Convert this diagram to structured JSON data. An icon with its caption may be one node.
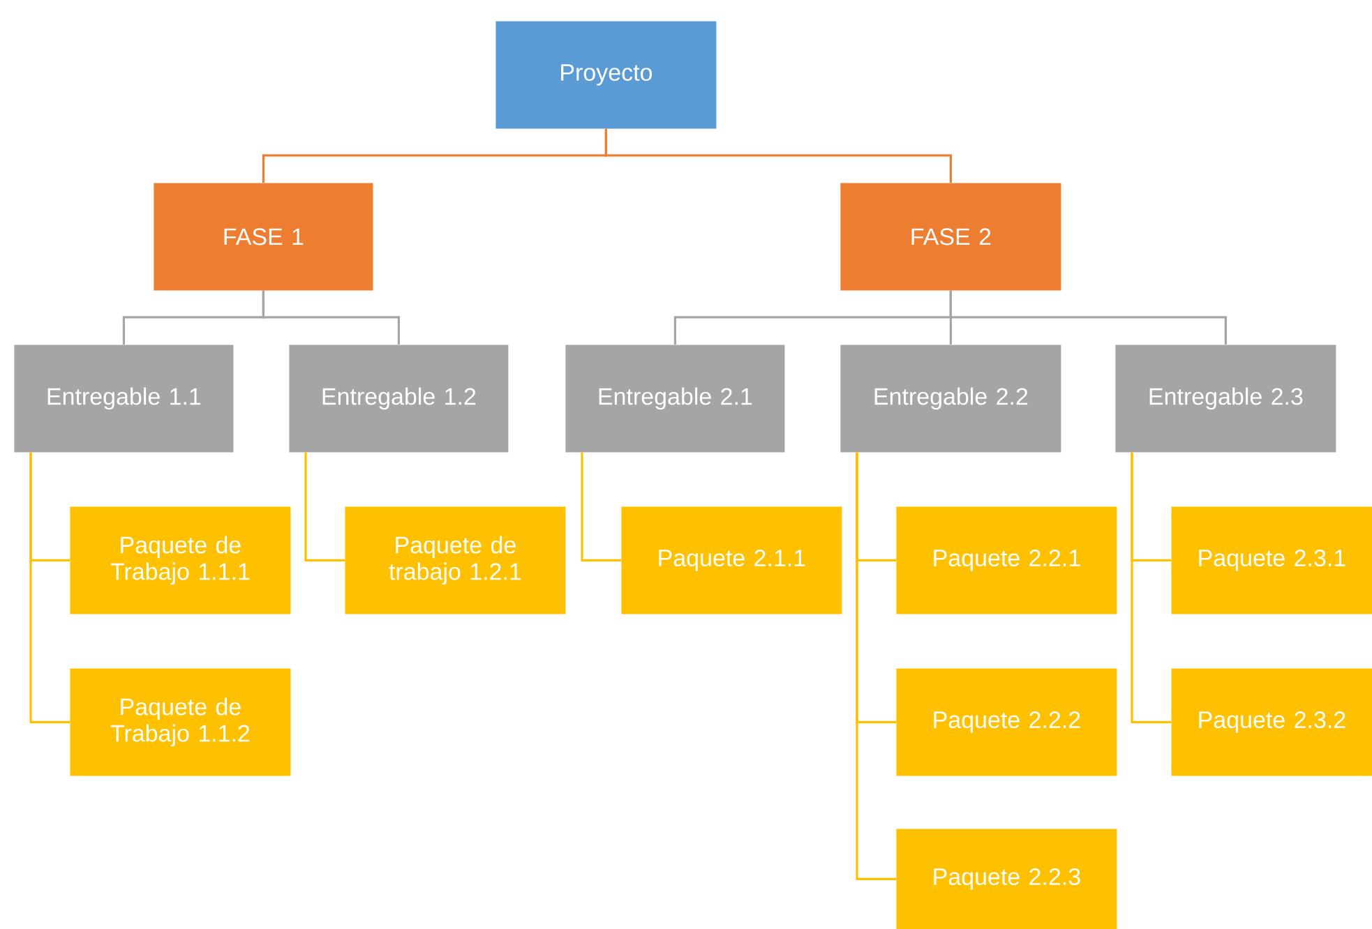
{
  "diagram": {
    "nodes": [
      {
        "text": [
          "Proyecto"
        ]
      },
      {
        "text": [
          "FASE 1"
        ]
      },
      {
        "text": [
          "FASE 2"
        ]
      },
      {
        "text": [
          "Entregable 1.1"
        ]
      },
      {
        "text": [
          "Entregable 1.2"
        ]
      },
      {
        "text": [
          "Entregable 2.1"
        ]
      },
      {
        "text": [
          "Entregable 2.2"
        ]
      },
      {
        "text": [
          "Entregable 2.3"
        ]
      },
      {
        "text": [
          "Paquete de Trabajo 1.1.1"
        ]
      },
      {
        "text": [
          "Paquete de Trabajo 1.1.2"
        ]
      },
      {
        "text": [
          "Paquete de trabajo 1.2.1"
        ]
      },
      {
        "text": [
          "Paquete 2.1.1"
        ]
      },
      {
        "text": [
          "Paquete 2.2.1"
        ]
      },
      {
        "text": [
          "Paquete 2.2.2"
        ]
      },
      {
        "text": [
          "Paquete 2.2.3"
        ]
      },
      {
        "text": [
          "Paquete 2.3.1"
        ]
      },
      {
        "text": [
          "Paquete 2.3.2"
        ]
      }
    ],
    "edges": [
      {
        "from": 0,
        "to": 1,
        "arrow": "none",
        "color": "#ed7d31"
      },
      {
        "from": 0,
        "to": 2,
        "arrow": "none",
        "color": "#ed7d31"
      },
      {
        "from": 1,
        "to": 3,
        "arrow": "none",
        "color": "#a5a5a5"
      },
      {
        "from": 1,
        "to": 4,
        "arrow": "none",
        "color": "#a5a5a5"
      },
      {
        "from": 2,
        "to": 5,
        "arrow": "none",
        "color": "#a5a5a5"
      },
      {
        "from": 2,
        "to": 6,
        "arrow": "none",
        "color": "#a5a5a5"
      },
      {
        "from": 2,
        "to": 7,
        "arrow": "none",
        "color": "#a5a5a5"
      },
      {
        "from": 3,
        "to": 8,
        "arrow": "none"
      },
      {
        "from": 3,
        "to": 9,
        "arrow": "none"
      },
      {
        "from": 4,
        "to": 10,
        "arrow": "none"
      },
      {
        "from": 5,
        "to": 11,
        "arrow": "none"
      },
      {
        "from": 6,
        "to": 12,
        "arrow": "none"
      },
      {
        "from": 6,
        "to": 13,
        "arrow": "none"
      },
      {
        "from": 6,
        "to": 14,
        "arrow": "none"
      },
      {
        "from": 7,
        "to": 15,
        "arrow": "none"
      },
      {
        "from": 7,
        "to": 16,
        "arrow": "none"
      }
    ]
  }
}
